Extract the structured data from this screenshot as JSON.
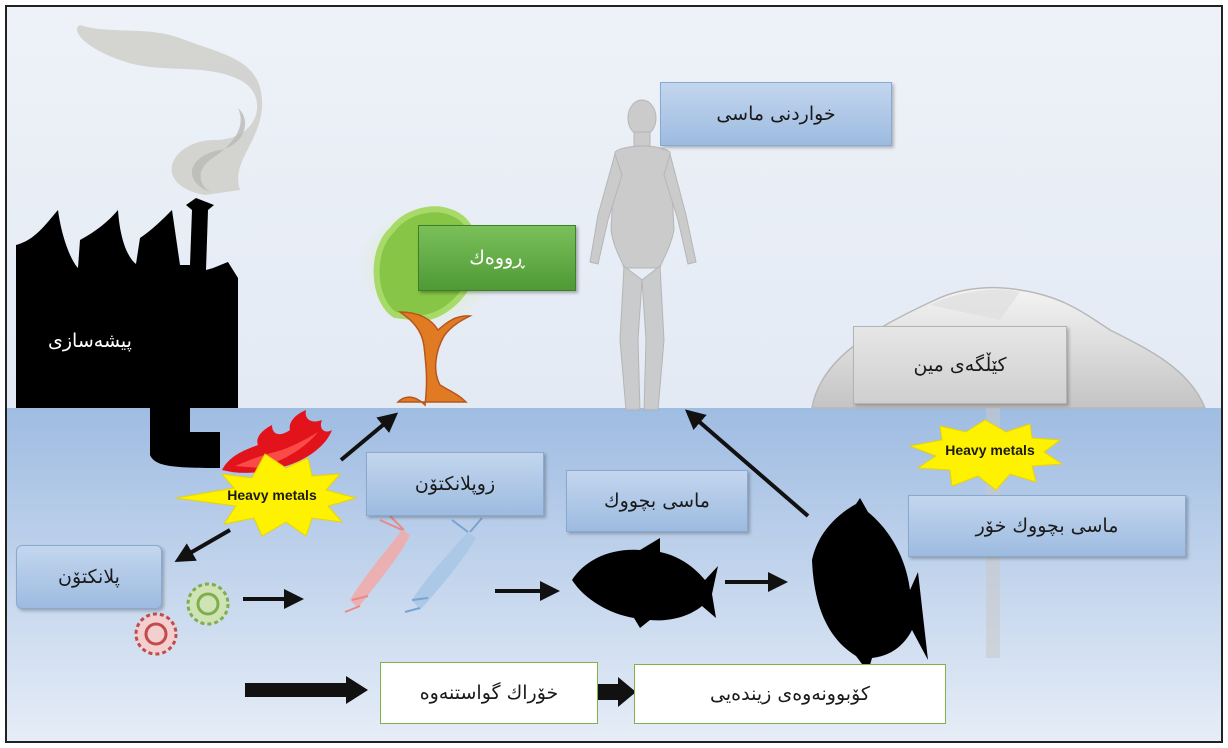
{
  "labels": {
    "industry": "پیشەسازی",
    "plants": "ڕووەك",
    "fish_eating": "خواردنی ماسی",
    "mine_field": "کێڵگەی مین",
    "zooplankton": "زوپلانکتۆن",
    "small_fish": "ماسی  بچووك",
    "small_fish_eater": "ماسی بچووك خۆر",
    "plankton": "پلانکتۆن",
    "food_transfer": "خۆراك گواستنەوە",
    "bioaccumulation": "کۆبوونەوەی زیندەیی"
  },
  "heavy_metals": {
    "left": "Heavy metals",
    "right": "Heavy metals"
  },
  "colors": {
    "sky": "#e8eef6",
    "water_top": "#a3bfe3",
    "water_bottom": "#e4ebf6",
    "label_box_blue": "#afc8e8",
    "label_box_green": "#5ea83f",
    "burst": "#fff200",
    "flame": "#e3131b",
    "silhouette": "#000000"
  },
  "icons": [
    "factory-icon",
    "smoke-icon",
    "flame-icon",
    "tree-icon",
    "human-figure-icon",
    "mine-hill-icon",
    "plankton-icon",
    "zooplankton-icon",
    "small-fish-icon",
    "large-fish-icon",
    "arrow-icon"
  ]
}
